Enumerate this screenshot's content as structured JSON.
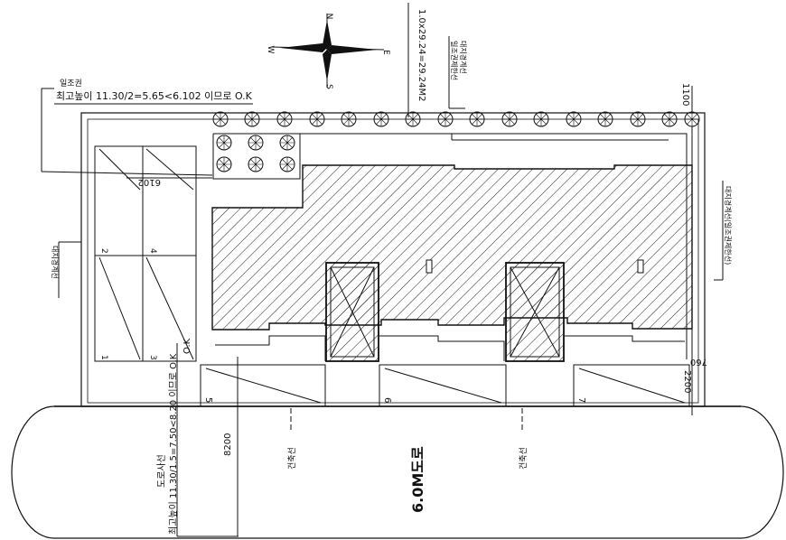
{
  "compass": {
    "north": "N",
    "south": "S",
    "east": "E",
    "west": "W"
  },
  "notes": {
    "height_line_title": "일조권",
    "height_check_top": "최고높이 11.30/2=5.65<6.102 이므로 O.K",
    "area_top": "1.0x29.24=29.24M2",
    "boundary_label_top": "대지경계선",
    "boundary_label_top_2": "일조권제한선",
    "boundary_right": "대지경계선(일조권제한선)",
    "boundary_left": "대지경계선",
    "road_line_title": "도로사선",
    "road_line_check": "최고높이 11.30/1.5=7.50<8.20 이므로 O.K",
    "ok_label": "O.K",
    "building_line_1": "건축선",
    "building_line_2": "건축선",
    "road": "6.0M도로"
  },
  "dimensions": {
    "d1100": "1100",
    "d6102": "6102",
    "d760": "760",
    "d2200": "2200",
    "d8200": "8200"
  },
  "parking": [
    "1",
    "2",
    "3",
    "4",
    "5",
    "6",
    "7"
  ]
}
